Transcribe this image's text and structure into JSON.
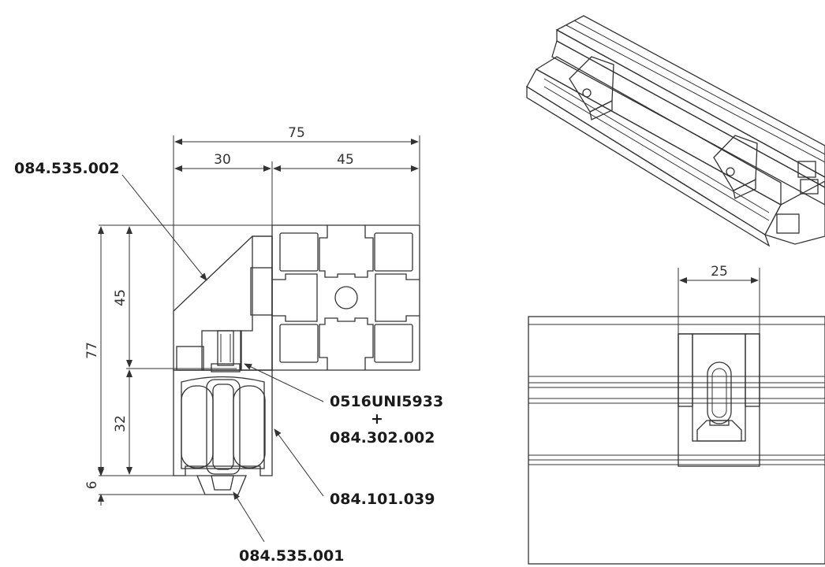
{
  "dimensions": {
    "w75": "75",
    "w30": "30",
    "w45": "45",
    "h45": "45",
    "h77": "77",
    "h32": "32",
    "h6": "6",
    "w25": "25"
  },
  "callouts": {
    "bracket": "084.535.002",
    "screw_line1": "0516UNI5933",
    "screw_plus": "+",
    "screw_line2": "084.302.002",
    "trolley": "084.101.039",
    "cap": "084.535.001"
  },
  "colors": {
    "line": "#333333",
    "metal_light": "#d6d6d6",
    "metal_mid": "#b8b8b8",
    "metal_dark": "#8e8e8e",
    "wheel_dark": "#5a5a5a"
  }
}
